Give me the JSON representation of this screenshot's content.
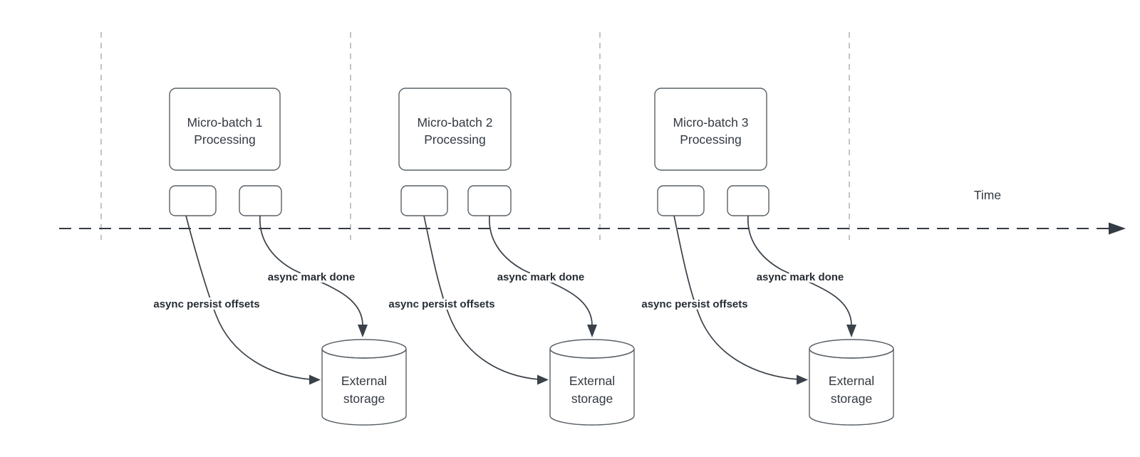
{
  "diagram": {
    "time_axis_label": "Time",
    "batches": [
      {
        "box_line1": "Micro-batch 1",
        "box_line2": "Processing",
        "persist_label": "async persist offsets",
        "mark_done_label": "async mark done",
        "storage_line1": "External",
        "storage_line2": "storage"
      },
      {
        "box_line1": "Micro-batch 2",
        "box_line2": "Processing",
        "persist_label": "async persist offsets",
        "mark_done_label": "async mark done",
        "storage_line1": "External",
        "storage_line2": "storage"
      },
      {
        "box_line1": "Micro-batch 3",
        "box_line2": "Processing",
        "persist_label": "async persist offsets",
        "mark_done_label": "async mark done",
        "storage_line1": "External",
        "storage_line2": "storage"
      }
    ],
    "colors": {
      "background": "#ffffff",
      "connector": "#3a4149",
      "axis": "#343b44",
      "shape_border": "#596066",
      "shape_fill": "#ffffff",
      "text": "#343a42",
      "label_text": "#272d34",
      "guide": "#b3b6ba"
    }
  }
}
